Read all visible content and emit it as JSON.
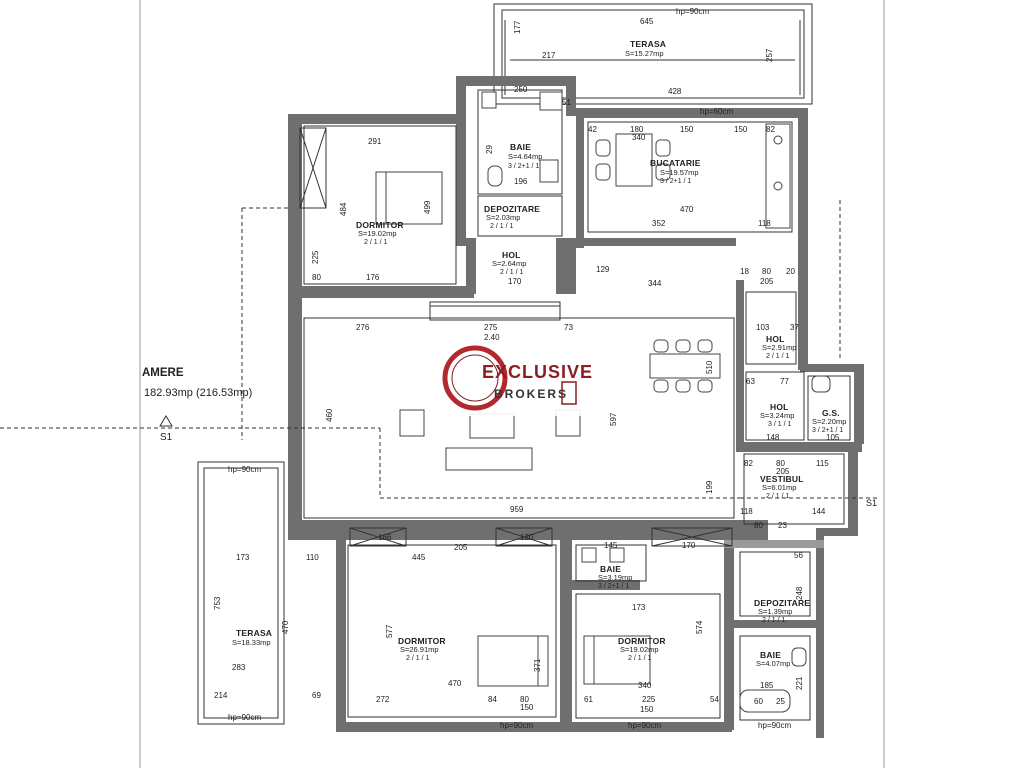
{
  "plan": {
    "summary": {
      "title": "AMERE",
      "area": "182.93mp (216.53mp)",
      "section_marker": "S1",
      "section_marker_right": "S1"
    },
    "watermark": {
      "line1": "EXCLUSIVE",
      "line2": "BROKERS",
      "accent_color": "#b3282d"
    },
    "rooms": [
      {
        "id": "terasa-top",
        "name": "TERASA",
        "area": "S=15.27mp",
        "code": ""
      },
      {
        "id": "baie-top",
        "name": "BAIE",
        "area": "S=4.64mp",
        "code": "3 / 2+1 / 1"
      },
      {
        "id": "bucatarie",
        "name": "BUCATARIE",
        "area": "S=19.57mp",
        "code": "3 / 2+1 / 1"
      },
      {
        "id": "dormitor-top",
        "name": "DORMITOR",
        "area": "S=19.02mp",
        "code": "2 / 1 / 1"
      },
      {
        "id": "depozitare-top",
        "name": "DEPOZITARE",
        "area": "S=2.03mp",
        "code": "2 / 1 / 1"
      },
      {
        "id": "hol-top",
        "name": "HOL",
        "area": "S=2.64mp",
        "code": "2 / 1 / 1"
      },
      {
        "id": "hol-right-1",
        "name": "HOL",
        "area": "S=2.91mp",
        "code": "2 / 1 / 1"
      },
      {
        "id": "hol-right-2",
        "name": "HOL",
        "area": "S=3.24mp",
        "code": "3 / 1 / 1"
      },
      {
        "id": "gs",
        "name": "G.S.",
        "area": "S=2.20mp",
        "code": "3 / 2+1 / 1"
      },
      {
        "id": "vestibul",
        "name": "VESTIBUL",
        "area": "S=6.01mp",
        "code": "2 / 1 / 1"
      },
      {
        "id": "terasa-left",
        "name": "TERASA",
        "area": "S=18.33mp",
        "code": ""
      },
      {
        "id": "dormitor-bl",
        "name": "DORMITOR",
        "area": "S=26.91mp",
        "code": "2 / 1 / 1"
      },
      {
        "id": "baie-mid",
        "name": "BAIE",
        "area": "S=3.19mp",
        "code": "3 / 2+1 / 1"
      },
      {
        "id": "dormitor-br",
        "name": "DORMITOR",
        "area": "S=19.02mp",
        "code": "2 / 1 / 1"
      },
      {
        "id": "depozitare-br",
        "name": "DEPOZITARE",
        "area": "S=1.39mp",
        "code": "2 / 1 / 1"
      },
      {
        "id": "baie-br",
        "name": "BAIE",
        "area": "S=4.07mp",
        "code": ""
      }
    ],
    "dimensions": [
      "645",
      "217",
      "428",
      "250",
      "51",
      "291",
      "180",
      "150",
      "150",
      "340",
      "42",
      "82",
      "196",
      "470",
      "352",
      "118",
      "344",
      "129",
      "170",
      "176",
      "80",
      "276",
      "275",
      "2.40",
      "73",
      "18",
      "80",
      "20",
      "205",
      "103",
      "37",
      "63",
      "77",
      "148",
      "105",
      "82",
      "80",
      "205",
      "115",
      "144",
      "959",
      "118",
      "80",
      "23",
      "166",
      "205",
      "120",
      "145",
      "170",
      "445",
      "173",
      "110",
      "283",
      "214",
      "69",
      "272",
      "470",
      "84",
      "80",
      "150",
      "61",
      "225",
      "54",
      "340",
      "173",
      "185",
      "60",
      "25",
      "56",
      "150",
      "177",
      "257",
      "484",
      "225",
      "460",
      "597",
      "510",
      "753",
      "470",
      "577",
      "574",
      "371",
      "499",
      "199",
      "248",
      "221",
      "29"
    ],
    "window_labels": [
      "hp=90cm",
      "hp=90cm",
      "hp=60cm",
      "hp=90cm",
      "hp=90cm",
      "hp=90cm",
      "hp=90cm"
    ]
  }
}
